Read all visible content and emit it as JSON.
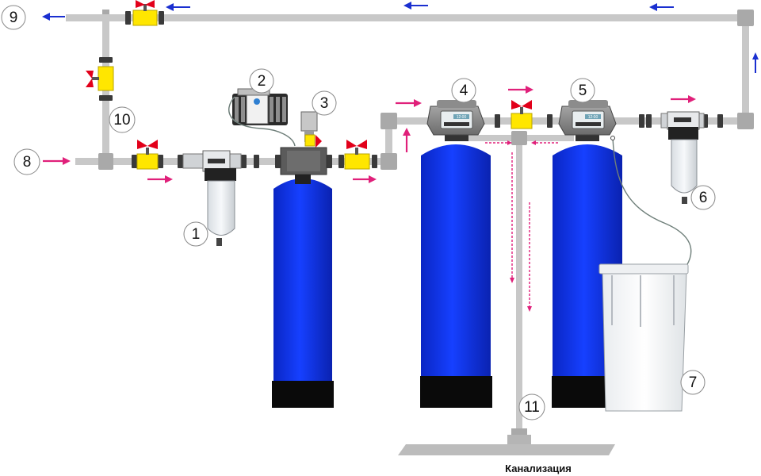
{
  "callouts": {
    "n1": "1",
    "n2": "2",
    "n3": "3",
    "n4": "4",
    "n5": "5",
    "n6": "6",
    "n7": "7",
    "n8": "8",
    "n9": "9",
    "n10": "10",
    "n11": "11"
  },
  "drain_label": "Канализация",
  "controller_display": "12:00",
  "colors": {
    "tank_blue": "#0b2fe6",
    "tank_base": "#0a0a0a",
    "pipe": "#c8c8c8",
    "valve_yellow": "#ffe600",
    "valve_handle_red": "#e2001a",
    "flow_arrow_magenta": "#e0207a",
    "return_arrow_blue": "#1a2fd0"
  },
  "icons": {
    "flow_in": "arrow-right-icon",
    "flow_out": "arrow-left-icon",
    "flow_up": "arrow-up-icon",
    "drain_flow": "dashed-arrow-down-icon"
  }
}
